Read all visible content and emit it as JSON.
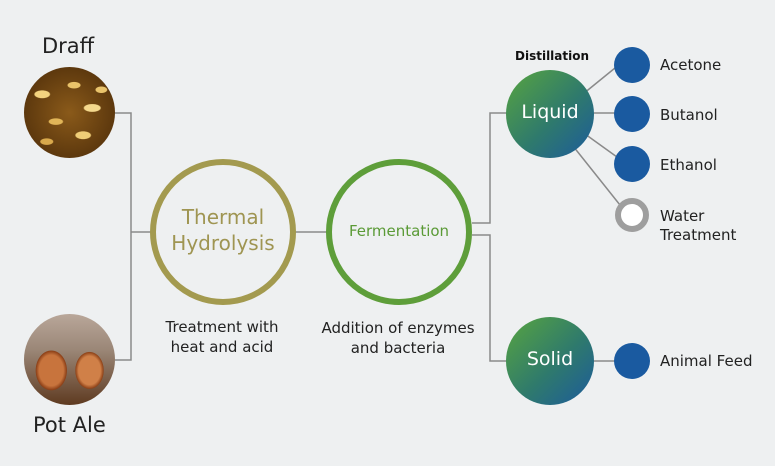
{
  "inputs": {
    "draff": "Draff",
    "pot_ale": "Pot Ale"
  },
  "process": {
    "thermal": {
      "line1": "Thermal",
      "line2": "Hydrolysis",
      "caption_line1": "Treatment with",
      "caption_line2": "heat and acid"
    },
    "fermentation": {
      "label": "Fermentation",
      "caption_line1": "Addition of enzymes",
      "caption_line2": "and bacteria"
    }
  },
  "phases": {
    "liquid": "Liquid",
    "solid": "Solid",
    "distillation": "Distillation"
  },
  "outputs": {
    "acetone": "Acetone",
    "butanol": "Butanol",
    "ethanol": "Ethanol",
    "water_line1": "Water",
    "water_line2": "Treatment",
    "animal_feed": "Animal Feed"
  },
  "colors": {
    "thermal_ring": "#a39a4f",
    "thermal_text": "#9f9552",
    "fermentation_ring": "#5e9e3a",
    "fermentation_text": "#5a9a36",
    "output_dot": "#1a5aa0",
    "water_ring": "#9e9e9e",
    "connector": "#8a8a8a"
  }
}
